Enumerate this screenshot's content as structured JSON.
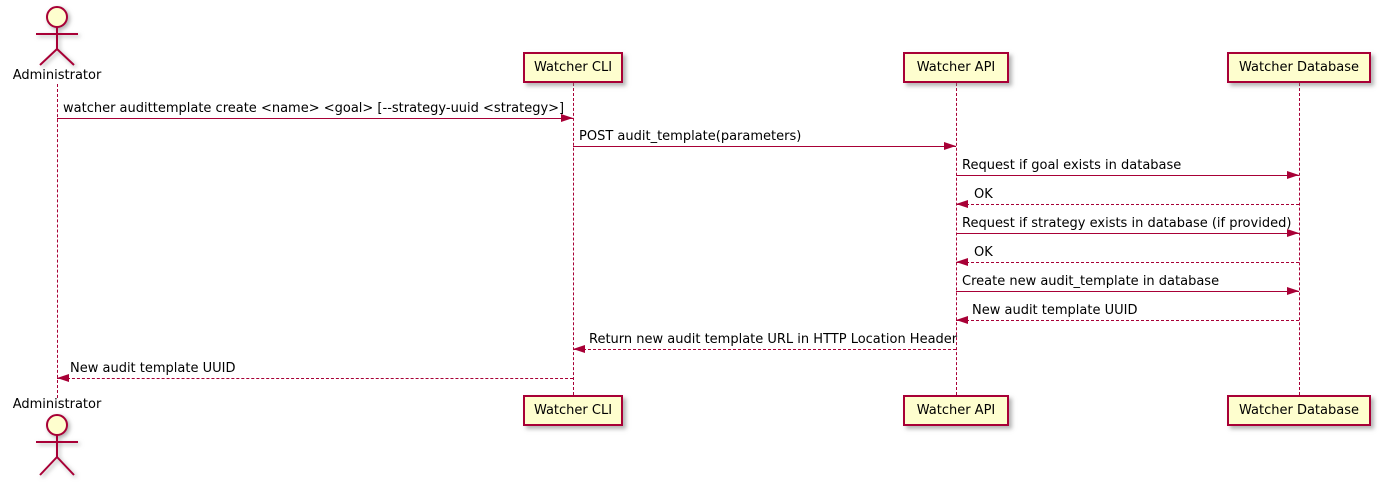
{
  "diagram": {
    "type": "uml-sequence",
    "colors": {
      "accent": "#A80036",
      "participant_fill": "#FEFECE",
      "text": "#000000",
      "background": "#ffffff"
    },
    "actor": {
      "name": "Administrator"
    },
    "participants": [
      {
        "name": "Watcher CLI"
      },
      {
        "name": "Watcher API"
      },
      {
        "name": "Watcher Database"
      }
    ],
    "messages": [
      {
        "from": "Administrator",
        "to": "Watcher CLI",
        "style": "solid",
        "label": "watcher audittemplate create <name> <goal> [--strategy-uuid <strategy>]"
      },
      {
        "from": "Watcher CLI",
        "to": "Watcher API",
        "style": "solid",
        "label": "POST audit_template(parameters)"
      },
      {
        "from": "Watcher API",
        "to": "Watcher Database",
        "style": "solid",
        "label": "Request if goal exists in database"
      },
      {
        "from": "Watcher Database",
        "to": "Watcher API",
        "style": "dashed",
        "label": "OK"
      },
      {
        "from": "Watcher API",
        "to": "Watcher Database",
        "style": "solid",
        "label": "Request if strategy exists in database (if provided)"
      },
      {
        "from": "Watcher Database",
        "to": "Watcher API",
        "style": "dashed",
        "label": "OK"
      },
      {
        "from": "Watcher API",
        "to": "Watcher Database",
        "style": "solid",
        "label": "Create new audit_template in database"
      },
      {
        "from": "Watcher Database",
        "to": "Watcher API",
        "style": "dashed",
        "label": "New audit template UUID"
      },
      {
        "from": "Watcher API",
        "to": "Watcher CLI",
        "style": "dashed",
        "label": "Return new audit template URL in HTTP Location Header"
      },
      {
        "from": "Watcher CLI",
        "to": "Administrator",
        "style": "dashed",
        "label": "New audit template UUID"
      }
    ]
  }
}
